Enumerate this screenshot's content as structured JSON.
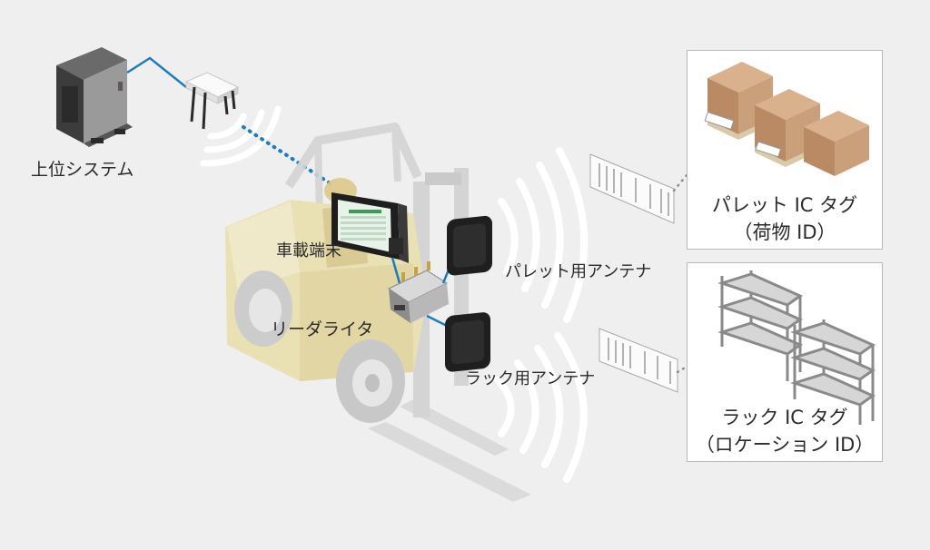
{
  "labels": {
    "host_system": "上位システム",
    "vehicle_terminal": "車載端末",
    "reader_writer": "リーダライタ",
    "pallet_antenna": "パレット用アンテナ",
    "rack_antenna": "ラック用アンテナ"
  },
  "panels": {
    "pallet": {
      "line1": "パレット IC タグ",
      "line2": "（荷物 ID）"
    },
    "rack": {
      "line1": "ラック IC タグ",
      "line2": "（ロケーション ID）"
    }
  },
  "colors": {
    "connection": "#1a7dc4",
    "forklift_body": "#e9dfae",
    "frame": "#cfcfcf",
    "box": "#caa07a",
    "signal": "#ffffff"
  }
}
